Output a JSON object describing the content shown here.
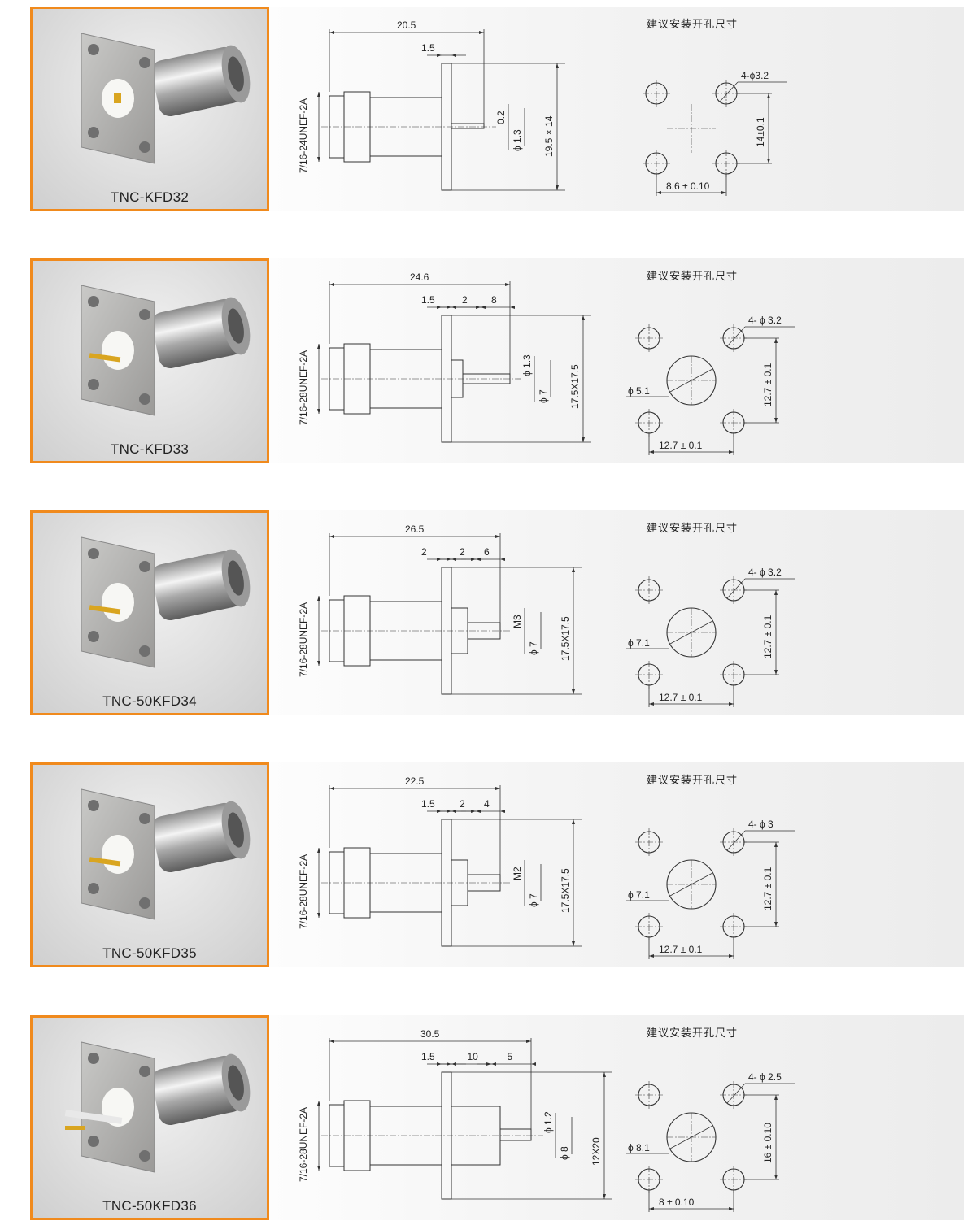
{
  "colors": {
    "frame": "#f08a1d",
    "line": "#333333"
  },
  "products": [
    {
      "model": "TNC-KFD32",
      "overall": "20.5",
      "steps": [
        "1.5"
      ],
      "thread": "7/16-24UNEF-2A",
      "pin": [
        "0.2",
        "ϕ 1.3"
      ],
      "flange": "19.5 × 14",
      "hole_title": "建议安装开孔尺寸",
      "holes": "4-ϕ3.2",
      "center": null,
      "h_spacing": "8.6 ± 0.10",
      "v_spacing": "14±0.1",
      "pin_style": "flush"
    },
    {
      "model": "TNC-KFD33",
      "overall": "24.6",
      "steps": [
        "1.5",
        "2",
        "8"
      ],
      "thread": "7/16-28UNEF-2A",
      "pin": [
        "ϕ 1.3",
        "ϕ 7"
      ],
      "flange": "17.5X17.5",
      "hole_title": "建议安装开孔尺寸",
      "holes": "4- ϕ 3.2",
      "center": "ϕ 5.1",
      "h_spacing": "12.7 ± 0.1",
      "v_spacing": "12.7 ± 0.1",
      "pin_style": "pin"
    },
    {
      "model": "TNC-50KFD34",
      "overall": "26.5",
      "steps": [
        "2",
        "2",
        "6"
      ],
      "thread": "7/16-28UNEF-2A",
      "pin": [
        "M3",
        "ϕ 7"
      ],
      "flange": "17.5X17.5",
      "hole_title": "建议安装开孔尺寸",
      "holes": "4- ϕ 3.2",
      "center": "ϕ 7.1",
      "h_spacing": "12.7 ± 0.1",
      "v_spacing": "12.7 ± 0.1",
      "pin_style": "screw"
    },
    {
      "model": "TNC-50KFD35",
      "overall": "22.5",
      "steps": [
        "1.5",
        "2",
        "4"
      ],
      "thread": "7/16-28UNEF-2A",
      "pin": [
        "M2",
        "ϕ 7"
      ],
      "flange": "17.5X17.5",
      "hole_title": "建议安装开孔尺寸",
      "holes": "4- ϕ 3",
      "center": "ϕ 7.1",
      "h_spacing": "12.7 ± 0.1",
      "v_spacing": "12.7 ± 0.1",
      "pin_style": "screw"
    },
    {
      "model": "TNC-50KFD36",
      "overall": "30.5",
      "steps": [
        "1.5",
        "10",
        "5"
      ],
      "thread": "7/16-28UNEF-2A",
      "pin": [
        "ϕ 1.2",
        "ϕ 8"
      ],
      "flange": "12X20",
      "hole_title": "建议安装开孔尺寸",
      "holes": "4- ϕ 2.5",
      "center": "ϕ 8.1",
      "h_spacing": "8 ± 0.10",
      "v_spacing": "16 ± 0.10",
      "pin_style": "long"
    }
  ]
}
